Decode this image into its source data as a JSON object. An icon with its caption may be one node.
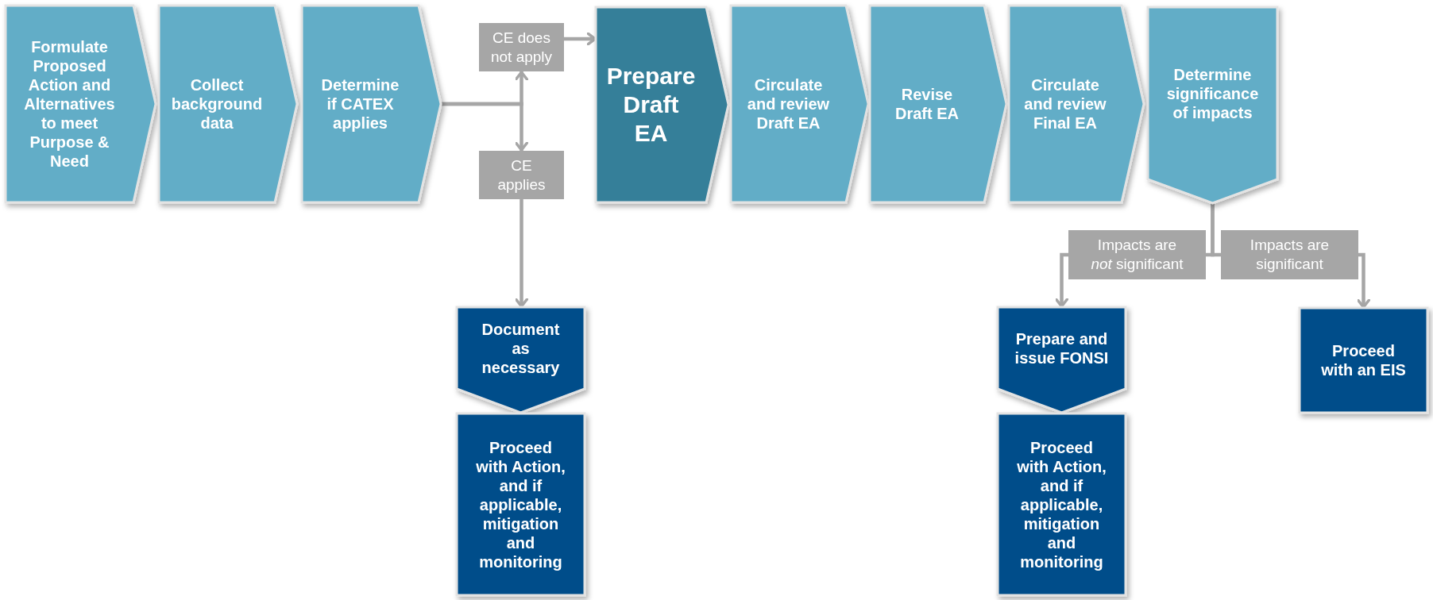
{
  "diagram": {
    "nodes": [
      {
        "text": [
          "Formulate Proposed Action and Alternatives to meet Purpose & Need"
        ]
      },
      {
        "text": [
          "Collect background data"
        ]
      },
      {
        "text": [
          "Determine if CATEX applies"
        ]
      },
      {
        "text": [
          "CE does not apply"
        ]
      },
      {
        "text": [
          "CE applies"
        ]
      },
      {
        "text": [
          "Prepare Draft EA"
        ]
      },
      {
        "text": [
          "Circulate and review Draft EA"
        ]
      },
      {
        "text": [
          "Revise Draft EA"
        ]
      },
      {
        "text": [
          "Circulate and review Final EA"
        ]
      },
      {
        "text": [
          "Determine significance of impacts"
        ]
      },
      {
        "text": [
          "Impacts are *not* significant"
        ]
      },
      {
        "text": [
          "Impacts are significant"
        ]
      },
      {
        "text": [
          "Document as necessary"
        ]
      },
      {
        "text": [
          "Proceed with Action, and if applicable, mitigation and monitoring"
        ]
      },
      {
        "text": [
          "Prepare and issue FONSI"
        ]
      },
      {
        "text": [
          "Proceed with Action, and if applicable, mitigation and monitoring"
        ]
      },
      {
        "text": [
          "Proceed with an EIS"
        ]
      }
    ],
    "edges": [
      {
        "from": 2,
        "to": 3,
        "arrow": "to"
      },
      {
        "from": 2,
        "to": 4,
        "arrow": "to"
      },
      {
        "from": 3,
        "to": 5,
        "arrow": "to"
      },
      {
        "from": 4,
        "to": 12,
        "arrow": "to"
      },
      {
        "from": 9,
        "to": 10,
        "arrow": "none"
      },
      {
        "from": 9,
        "to": 11,
        "arrow": "none"
      },
      {
        "from": 10,
        "to": 14,
        "arrow": "to"
      },
      {
        "from": 11,
        "to": 16,
        "arrow": "to"
      }
    ]
  }
}
